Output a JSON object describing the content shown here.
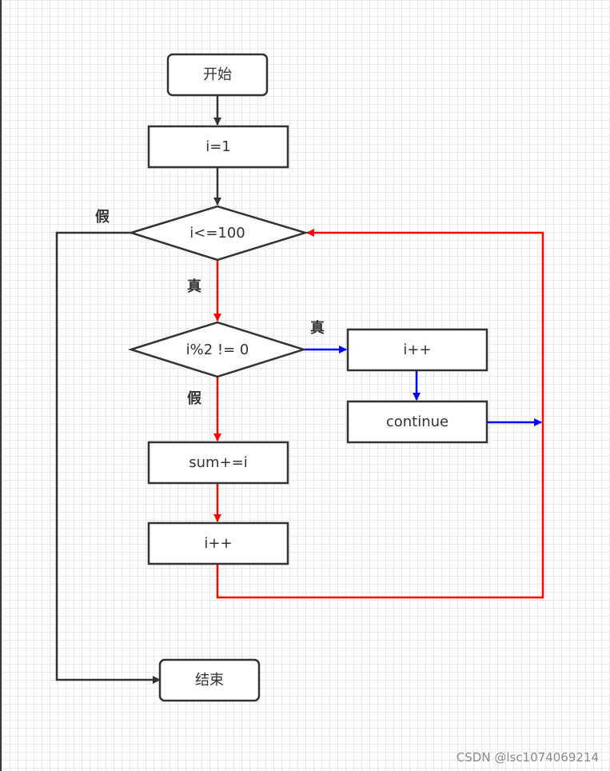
{
  "nodes": {
    "start": "开始",
    "init": "i=1",
    "cond_loop": "i<=100",
    "cond_odd": "i%2 != 0",
    "inc_true": "i++",
    "continue": "continue",
    "sum": "sum+=i",
    "inc_false": "i++",
    "end": "结束"
  },
  "labels": {
    "loop_false": "假",
    "loop_true": "真",
    "odd_true": "真",
    "odd_false": "假"
  },
  "colors": {
    "normal": "#333333",
    "loop_edge": "#ff0000",
    "branch_edge": "#0000ff"
  },
  "watermark": "CSDN @lsc1074069214"
}
